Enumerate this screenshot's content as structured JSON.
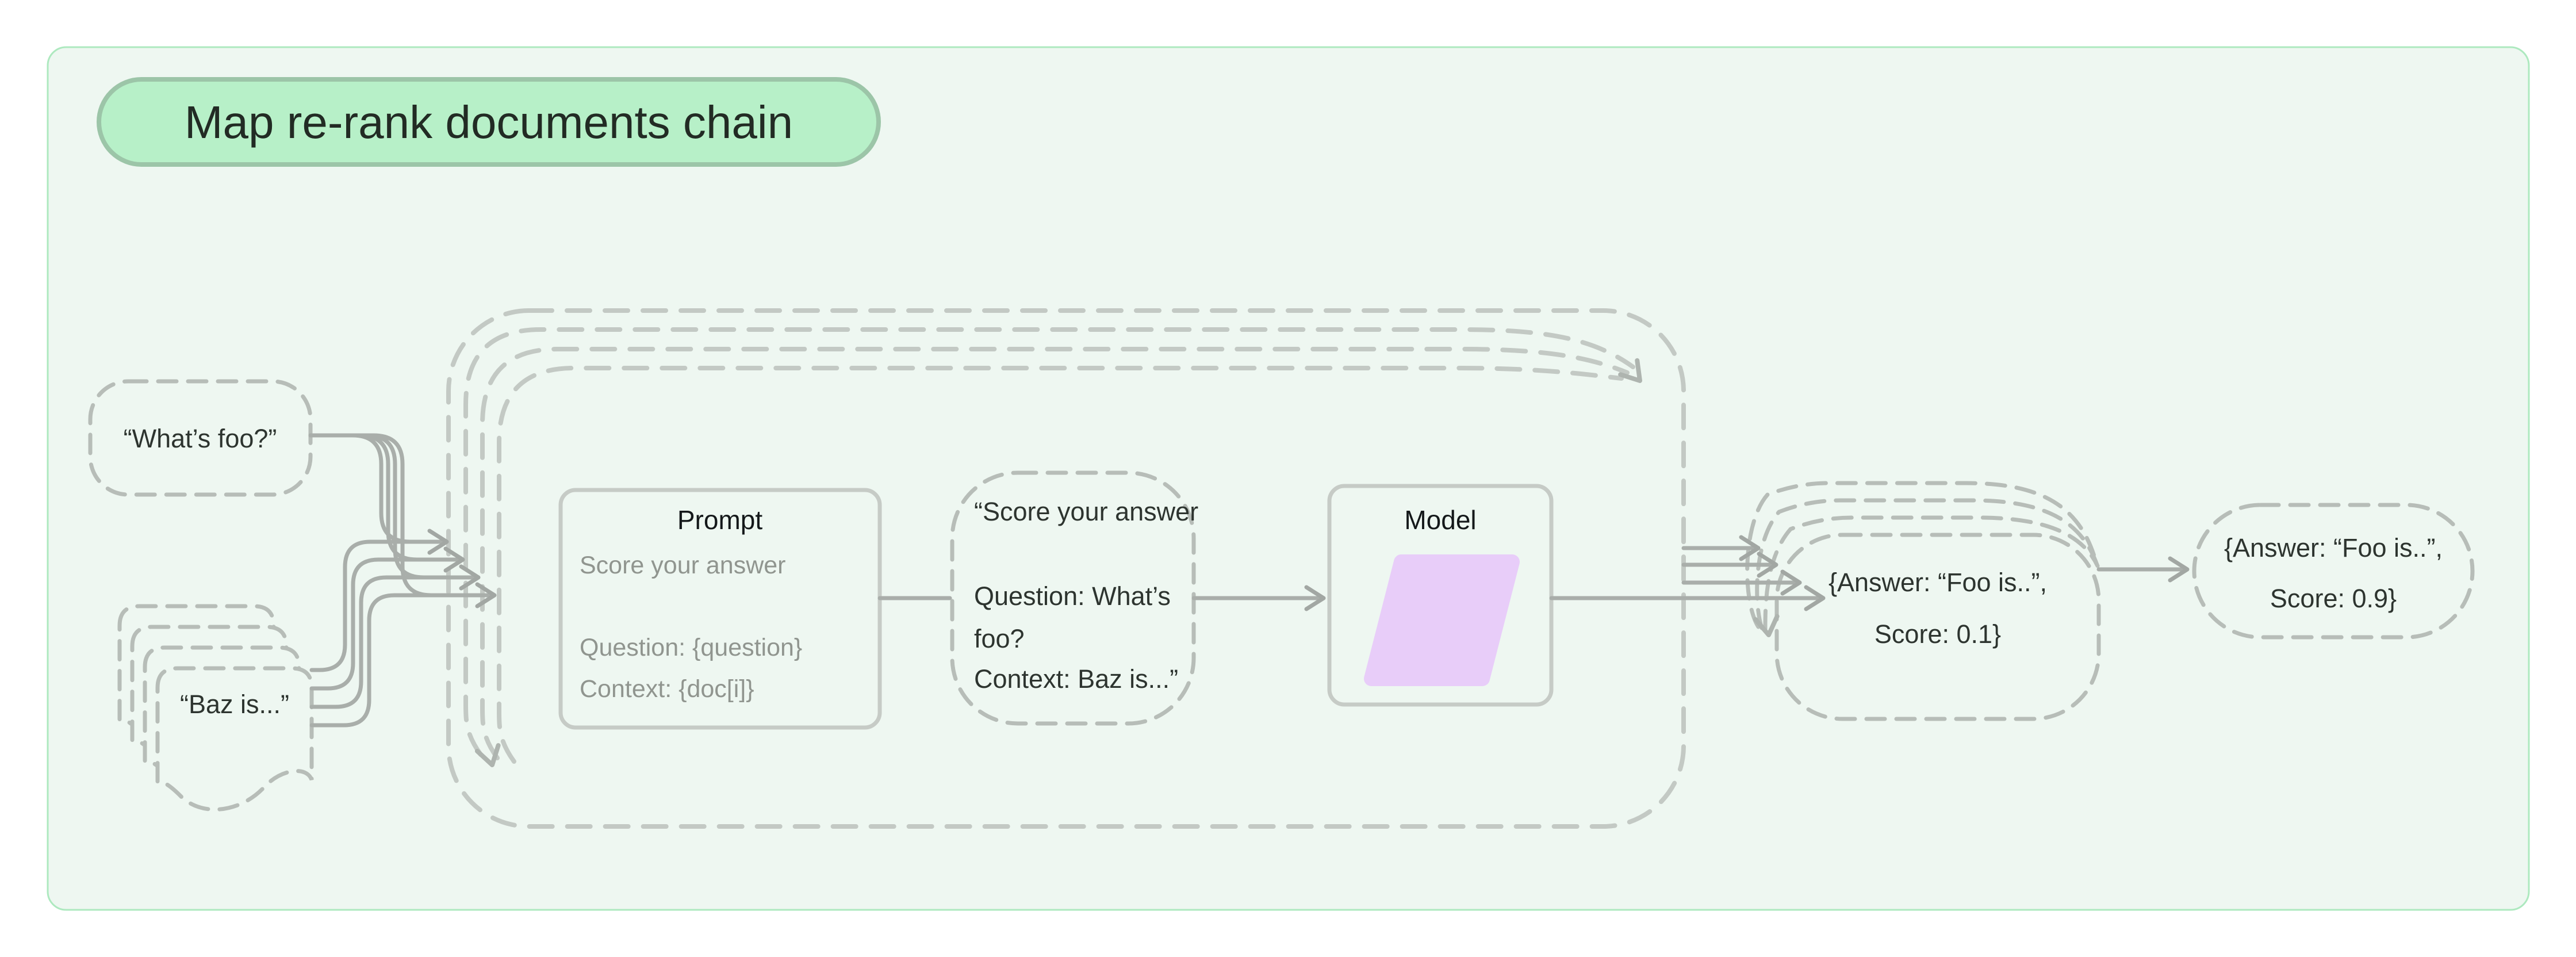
{
  "title_badge": {
    "label": "Map re-rank documents chain"
  },
  "nodes": {
    "question": {
      "label": "“What’s foo?”"
    },
    "documents": {
      "label": "“Baz is...”"
    },
    "prompt": {
      "title": "Prompt",
      "lines": [
        "Score your answer",
        "Question: {question}",
        "Context: {doc[i]}"
      ]
    },
    "filled_prompt": {
      "lines": [
        "“Score your answer",
        "Question: What’s",
        "foo?",
        "Context: Baz is...”"
      ]
    },
    "model": {
      "title": "Model"
    },
    "scored_answer": {
      "lines": [
        "{Answer: “Foo is..”,",
        "Score: 0.1}"
      ]
    },
    "final_answer": {
      "lines": [
        "{Answer: “Foo is..”,",
        "Score: 0.9}"
      ]
    }
  },
  "colors": {
    "page_bg": "#ffffff",
    "panel_bg": "#eef7f1",
    "panel_border": "#ade9bf",
    "badge_fill": "#b7f0c8",
    "badge_border": "#9cc5a8",
    "dashed_stroke": "#b7bdb8",
    "container_stroke": "#c3c9c4",
    "edge_stroke": "#a9aeaa",
    "box_stroke": "#c6cbc6",
    "text_dark": "#2d342f",
    "text_gray": "#90958f",
    "model_parallelogram": "#e8cdf9"
  }
}
